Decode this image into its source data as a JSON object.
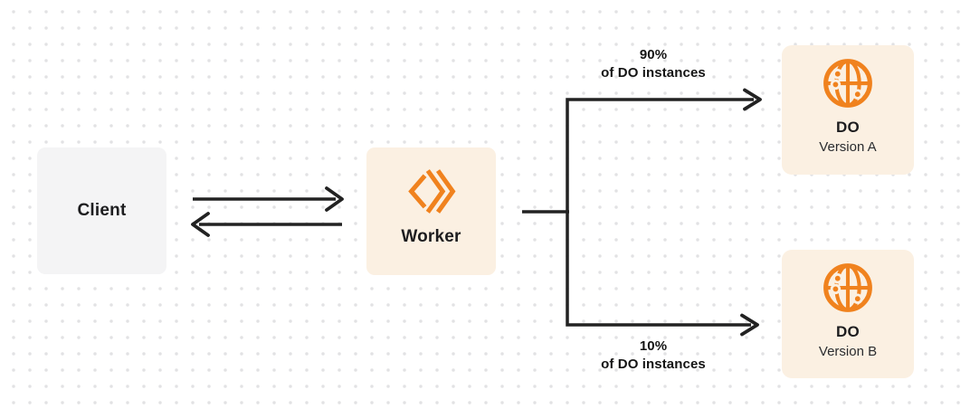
{
  "diagram": {
    "colors": {
      "orange": "#f0821e",
      "cream": "#fbf0e2",
      "graybox": "#f4f4f5",
      "line": "#222222",
      "textdark": "#1d1d1f",
      "dot": "#e2e2e4",
      "bg": "#ffffff"
    },
    "nodes": {
      "client": {
        "label": "Client"
      },
      "worker": {
        "label": "Worker",
        "icon": "cloudflare-workers-icon"
      },
      "do_version_a": {
        "title": "DO",
        "subtitle": "Version A",
        "icon": "globe-icon"
      },
      "do_version_b": {
        "title": "DO",
        "subtitle": "Version B",
        "icon": "globe-icon"
      }
    },
    "edges": {
      "branch_top": {
        "percent": "90%",
        "caption": "of DO instances"
      },
      "branch_bottom": {
        "percent": "10%",
        "caption": "of DO instances"
      }
    }
  }
}
